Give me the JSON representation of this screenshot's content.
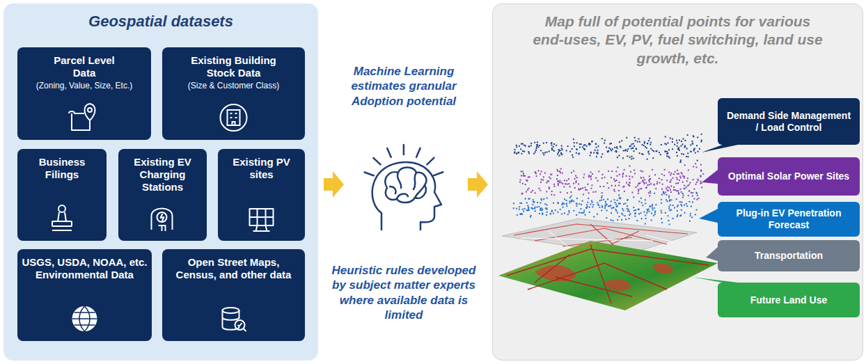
{
  "diagram": {
    "nodes": [
      {
        "text": [
          "Geospatial datasets"
        ]
      },
      {
        "text": [
          "Parcel Level Data",
          "(Zoning, Value, Size, Etc.)"
        ],
        "in": 0
      },
      {
        "text": [
          "Existing Building Stock Data",
          "(Size & Customer Class)"
        ],
        "in": 0
      },
      {
        "text": [
          "Business Filings"
        ],
        "in": 0
      },
      {
        "text": [
          "Existing EV Charging Stations"
        ],
        "in": 0
      },
      {
        "text": [
          "Existing PV sites"
        ],
        "in": 0
      },
      {
        "text": [
          "USGS, USDA, NOAA, etc. Environmental Data"
        ],
        "in": 0
      },
      {
        "text": [
          "Open Street Maps, Census, and other data"
        ],
        "in": 0
      },
      {
        "text": [
          "Map full of potential points for various end-uses, EV, PV, fuel switching, land use growth, etc."
        ]
      },
      {
        "text": [
          "Demand Side Management / Load Control"
        ],
        "in": 8
      },
      {
        "text": [
          "Optimal Solar Power Sites"
        ],
        "in": 8
      },
      {
        "text": [
          "Plug-in EV Penetration Forecast"
        ],
        "in": 8
      },
      {
        "text": [
          "Transportation"
        ],
        "in": 8
      },
      {
        "text": [
          "Future Land Use"
        ],
        "in": 8
      }
    ],
    "labels": [
      "Machine Learning estimates granular Adoption potential",
      "Heuristic rules developed by subject matter experts where available data is limited"
    ]
  }
}
